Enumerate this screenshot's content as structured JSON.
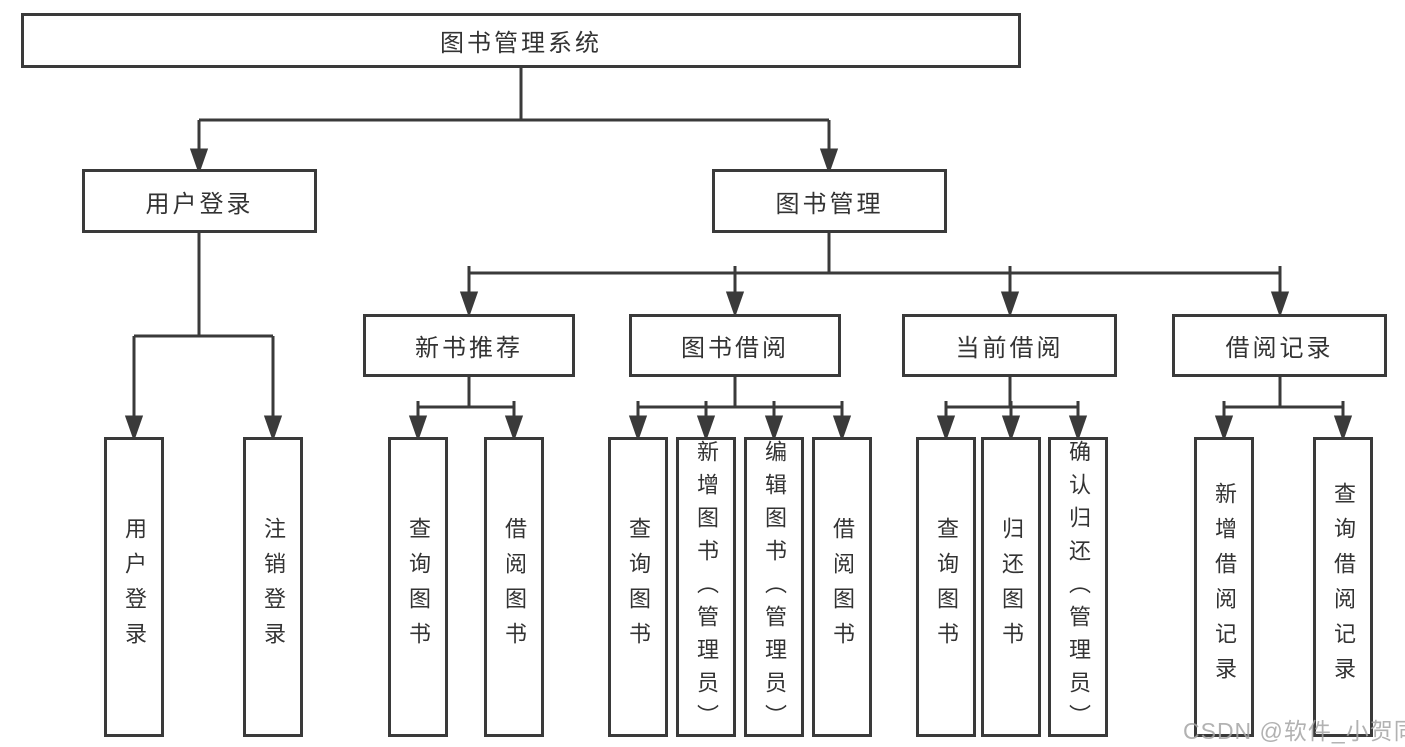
{
  "diagram": {
    "root": "图书管理系统",
    "level2": {
      "user_login": "用户登录",
      "book_management": "图书管理"
    },
    "user_login_children": [
      "用户登录",
      "注销登录"
    ],
    "book_management_children": [
      "新书推荐",
      "图书借阅",
      "当前借阅",
      "借阅记录"
    ],
    "new_book_children": [
      "查询图书",
      "借阅图书"
    ],
    "book_borrow_children": [
      "查询图书",
      "新增图书（管理员）",
      "编辑图书（管理员）",
      "借阅图书"
    ],
    "current_borrow_children": [
      "查询图书",
      "归还图书",
      "确认归还（管理员）"
    ],
    "borrow_record_children": [
      "新增借阅记录",
      "查询借阅记录"
    ]
  },
  "watermark": "CSDN @软件_小贺同学",
  "colors": {
    "line": "#3a3a3a",
    "text": "#333333",
    "watermark": "#a4a4a4",
    "background": "#ffffff"
  }
}
